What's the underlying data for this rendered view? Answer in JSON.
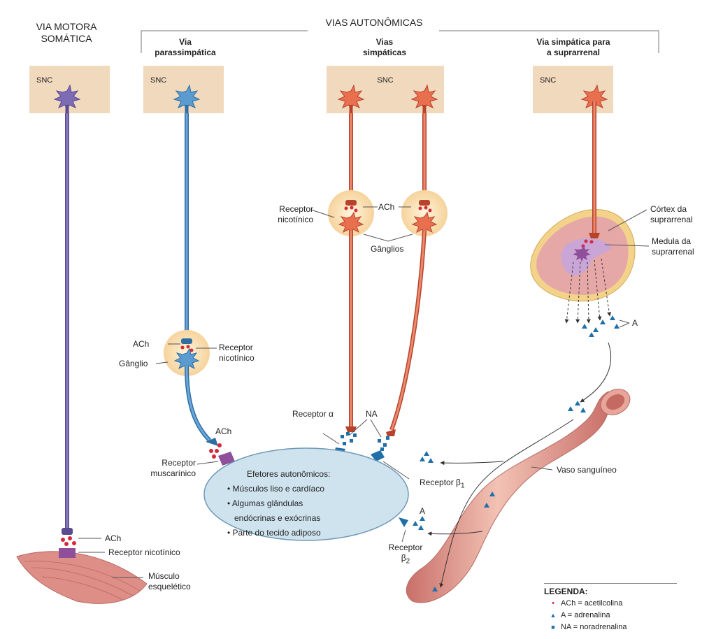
{
  "headings": {
    "somatic_title_1": "VIA MOTORA",
    "somatic_title_2": "SOMÁTICA",
    "autonomic_title": "VIAS AUTONÔMICAS",
    "para_title_1": "Via",
    "para_title_2": "parassimpática",
    "symp_title_1": "Vias",
    "symp_title_2": "simpáticas",
    "adrenal_title_1": "Via simpática para",
    "adrenal_title_2": "a suprarrenal"
  },
  "snc_label": "SNC",
  "labels": {
    "ach": "ACh",
    "receptor_nicotinico_1": "Receptor",
    "receptor_nicotinico_2": "nicotínico",
    "ganglio": "Gânglio",
    "ganglios": "Gânglios",
    "receptor_muscarinico_1": "Receptor",
    "receptor_muscarinico_2": "muscarínico",
    "receptor_alpha": "Receptor α",
    "na": "NA",
    "receptor_beta1": "Receptor β",
    "receptor_beta1_sub": "1",
    "receptor_beta2_1": "Receptor",
    "receptor_beta2_2": "β",
    "receptor_beta2_sub": "2",
    "a": "A",
    "cortex_1": "Córtex da",
    "cortex_2": "suprarrenal",
    "medula_1": "Medula da",
    "medula_2": "suprarrenal",
    "vaso": "Vaso sanguíneo",
    "ach_muscle": "ACh",
    "receptor_nicotinico_muscle": "Receptor nicotínico",
    "musculo_1": "Músculo",
    "musculo_2": "esquelético"
  },
  "effectors": {
    "title": "Efetores autonômicos:",
    "items": [
      "• Músculos liso e cardíaco",
      "• Algumas glândulas",
      "  endócrinas e exócrinas",
      "• Parte do tecido adiposo"
    ]
  },
  "legend": {
    "title": "LEGENDA:",
    "items": [
      {
        "symbol": "•",
        "text": "ACh = acetilcolina",
        "color": "#d6283a"
      },
      {
        "symbol": "▲",
        "text": "A    = adrenalina",
        "color": "#1f6fa8"
      },
      {
        "symbol": "■",
        "text": "NA  = noradrenalina",
        "color": "#1f6fa8"
      }
    ]
  },
  "colors": {
    "somatic": "#6f5ba6",
    "parasympathetic": "#4d8ec4",
    "sympathetic": "#e0654c",
    "snc_box": "#f1d9bd",
    "ganglion": "#f8ddb0",
    "effector": "#cfe3ef",
    "vessel": "#e7a89a",
    "muscle": "#dd8e86",
    "ach": "#d6283a",
    "catecholamine": "#1f6fa8"
  }
}
